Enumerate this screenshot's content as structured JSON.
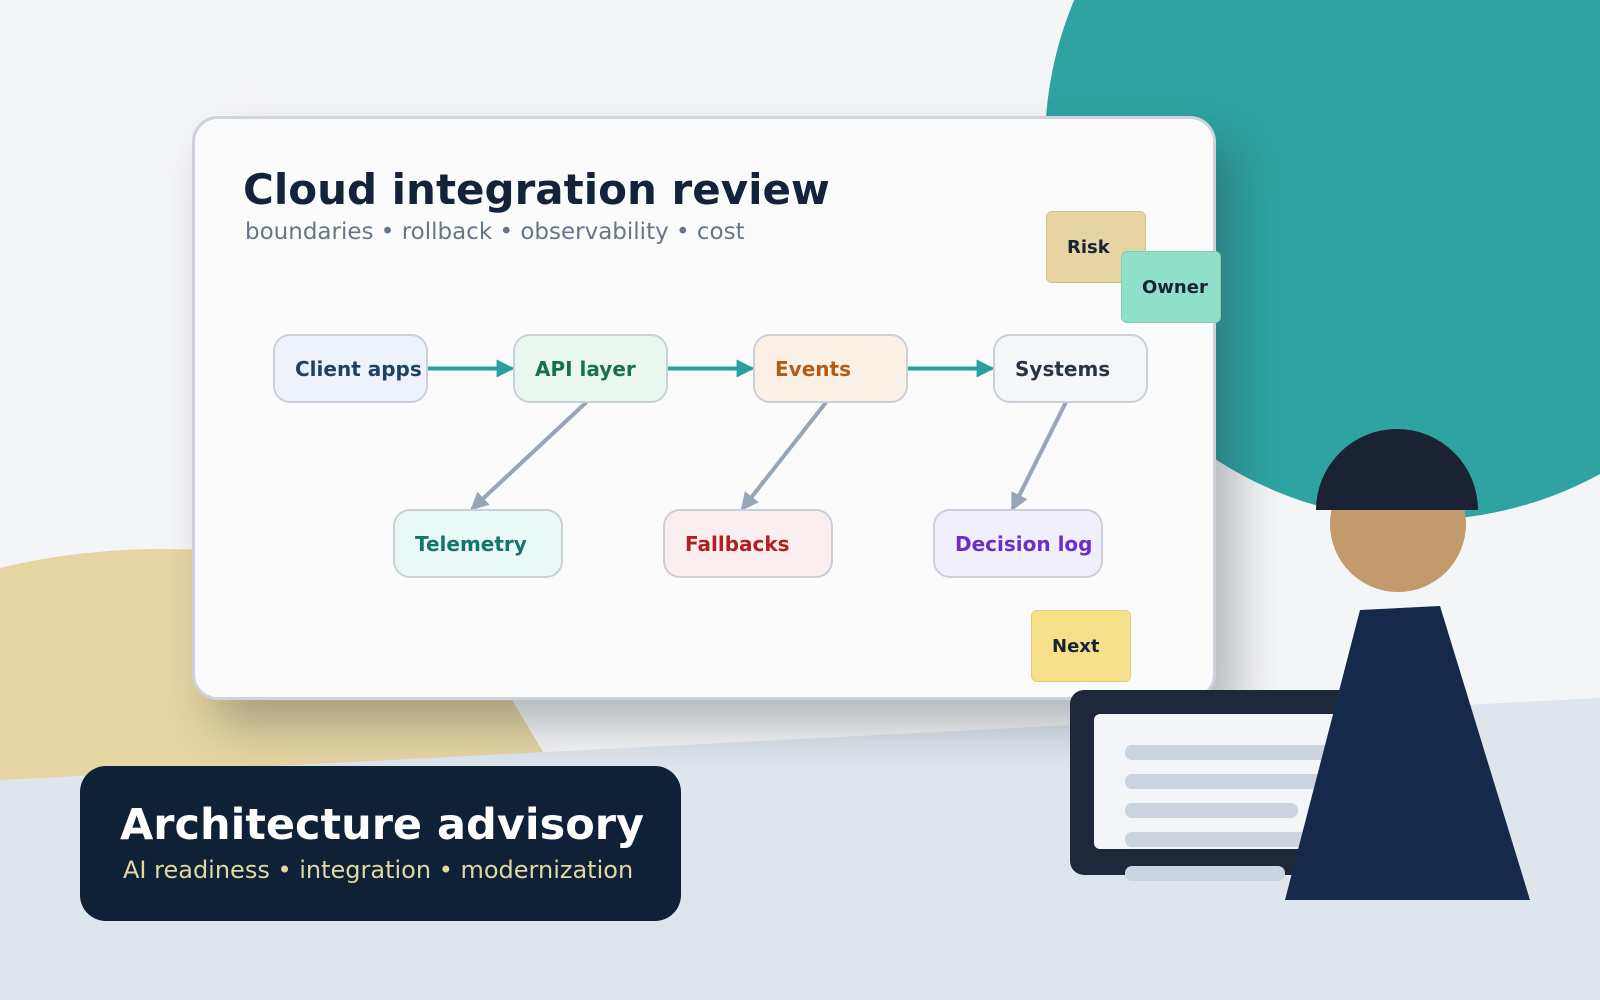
{
  "slide": {
    "title": "Cloud integration review",
    "subtitle": "boundaries • rollback • observability • cost"
  },
  "diagram": {
    "nodes": [
      {
        "id": "client-apps",
        "label": "Client apps",
        "text_color": "#1c4266",
        "fill": "#edf2fb"
      },
      {
        "id": "api-layer",
        "label": "API layer",
        "text_color": "#187249",
        "fill": "#e9f7ef"
      },
      {
        "id": "events",
        "label": "Events",
        "text_color": "#b45a14",
        "fill": "#fcf1e6"
      },
      {
        "id": "systems",
        "label": "Systems",
        "text_color": "#2a3442",
        "fill": "#f4f6f8"
      },
      {
        "id": "telemetry",
        "label": "Telemetry",
        "text_color": "#11766c",
        "fill": "#eaf8f6"
      },
      {
        "id": "fallbacks",
        "label": "Fallbacks",
        "text_color": "#b1201f",
        "fill": "#fbeeee"
      },
      {
        "id": "decision-log",
        "label": "Decision log",
        "text_color": "#6b2fc7",
        "fill": "#f2effd"
      }
    ],
    "edges": [
      {
        "from": "client-apps",
        "to": "api-layer",
        "color": "#2aa09e"
      },
      {
        "from": "api-layer",
        "to": "events",
        "color": "#2aa09e"
      },
      {
        "from": "events",
        "to": "systems",
        "color": "#2aa09e"
      },
      {
        "from": "api-layer",
        "to": "telemetry",
        "color": "#97a5b6"
      },
      {
        "from": "events",
        "to": "fallbacks",
        "color": "#97a5b6"
      },
      {
        "from": "systems",
        "to": "decision-log",
        "color": "#97a5b6"
      }
    ]
  },
  "stickies": {
    "risk": {
      "label": "Risk",
      "color": "#e6d4a2"
    },
    "owner": {
      "label": "Owner",
      "color": "#8fdfc9"
    },
    "next": {
      "label": "Next",
      "color": "#f6e08a"
    }
  },
  "banner": {
    "title": "Architecture advisory",
    "subtitle": "AI readiness • integration • modernization"
  },
  "colors": {
    "teal_shape": "#2ea3a2",
    "sand_shape": "#e5d5a3",
    "floor": "#dfe5ed",
    "banner_bg": "#0f2136",
    "person_body": "#15294a",
    "person_hair": "#1a2234",
    "person_skin": "#c29a6c"
  }
}
